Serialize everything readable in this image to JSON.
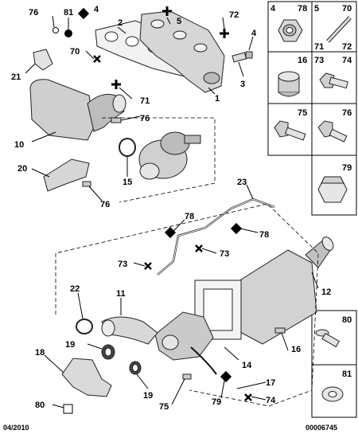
{
  "callouts": {
    "c1": "1",
    "c2": "2",
    "c3": "3",
    "c4": "4",
    "c5": "5",
    "c10": "10",
    "c11": "11",
    "c12": "12",
    "c14": "14",
    "c15": "15",
    "c16": "16",
    "c17": "17",
    "c18": "18",
    "c19a": "19",
    "c19b": "19",
    "c20": "20",
    "c21": "21",
    "c22": "22",
    "c23": "23",
    "c70": "70",
    "c71": "71",
    "c72": "72",
    "c73a": "73",
    "c73b": "73",
    "c74": "74",
    "c75": "75",
    "c76a": "76",
    "c76b": "76",
    "c76c": "76",
    "c78a": "78",
    "c78b": "78",
    "c79": "79",
    "c80": "80",
    "c81": "81"
  },
  "panel": {
    "cells": [
      {
        "label_left": "4",
        "label_right": "78"
      },
      {
        "label_left": "5",
        "label_right": "70",
        "label_bottom_left": "71",
        "label_bottom_right": "72"
      },
      {
        "label_right": "16"
      },
      {
        "label_left": "73",
        "label_right": "74"
      },
      {
        "label_right": "75"
      },
      {
        "label_right": "76"
      },
      {
        "label_right": "79"
      },
      {
        "label_right": "80"
      },
      {
        "label_right": "81"
      }
    ]
  },
  "footer": {
    "date": "04/2010",
    "reference": "00006745"
  }
}
